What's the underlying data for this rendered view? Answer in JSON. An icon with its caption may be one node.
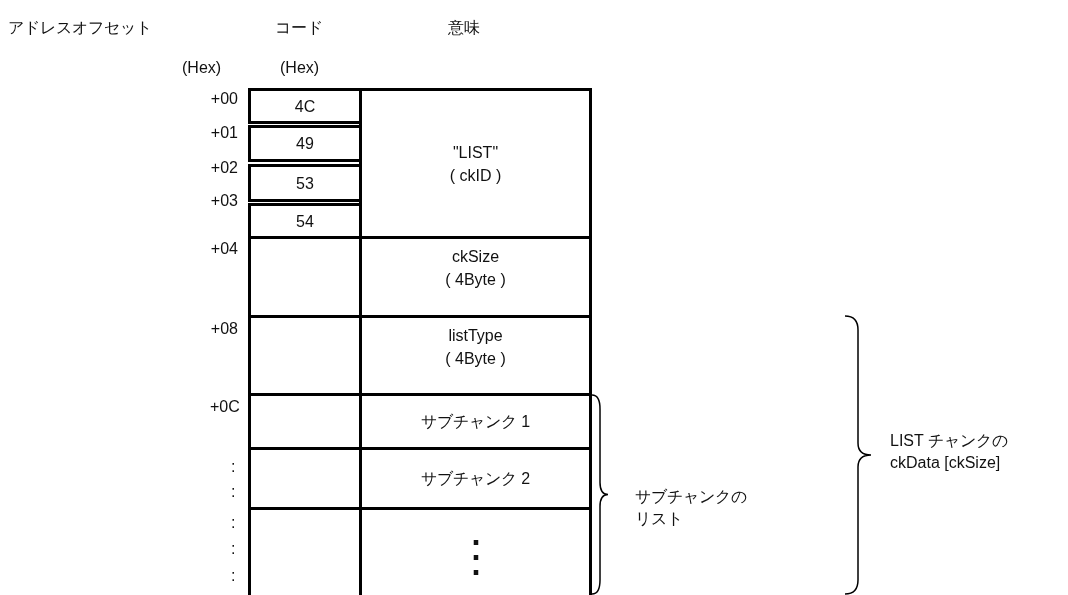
{
  "diagram": {
    "nodes": [
      {
        "text": [
          "4C"
        ]
      },
      {
        "text": [
          "\"LIST\"",
          "( ckID )"
        ]
      },
      {
        "text": [
          "49"
        ]
      },
      {
        "text": [
          "53"
        ]
      },
      {
        "text": [
          "54"
        ]
      },
      {
        "text": [],
        "shape": "box"
      },
      {
        "text": [
          "ckSize",
          "( 4Byte )"
        ]
      },
      {
        "text": [],
        "shape": "box"
      },
      {
        "text": [
          "listType",
          "( 4Byte )"
        ]
      },
      {
        "text": [],
        "shape": "box"
      },
      {
        "text": [
          "サブチャンク 1"
        ]
      },
      {
        "text": [],
        "shape": "box"
      },
      {
        "text": [
          "サブチャンク 2"
        ]
      },
      {
        "text": [],
        "shape": "box"
      },
      {
        "text": [
          "⋮"
        ]
      }
    ],
    "labels": [
      "アドレスオフセット",
      "コード",
      "意味",
      "(Hex)",
      "(Hex)",
      "+00",
      "+01",
      "+02",
      "+03",
      "+04",
      "+08",
      "+0C",
      ":",
      ":",
      ":",
      ":",
      ":",
      "サブチャンクのリスト",
      "LIST チャンクの ckData [ckSize]"
    ]
  }
}
